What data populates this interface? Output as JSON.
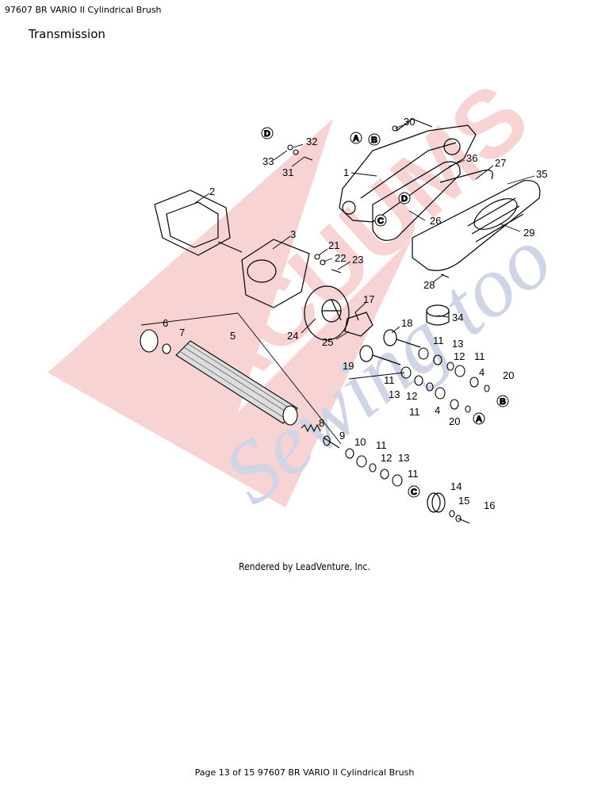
{
  "header": {
    "text": "97607 BR VARIO II Cylindrical Brush"
  },
  "section_title": "Transmission",
  "watermark": {
    "text": "Vacuums & Sewing Too",
    "color": "#e23b3b"
  },
  "callouts": [
    "30",
    "32",
    "33",
    "31",
    "1",
    "36",
    "27",
    "35",
    "2",
    "26",
    "29",
    "3",
    "21",
    "22",
    "23",
    "28",
    "17",
    "34",
    "24",
    "25",
    "18",
    "6",
    "7",
    "5",
    "11",
    "13",
    "19",
    "12",
    "4",
    "20",
    "8",
    "9",
    "10",
    "14",
    "15",
    "16"
  ],
  "letters": [
    "D",
    "A",
    "B",
    "C"
  ],
  "credit": "Rendered by LeadVenture, Inc.",
  "footer": "Page 13 of 15 97607 BR VARIO II Cylindrical Brush"
}
